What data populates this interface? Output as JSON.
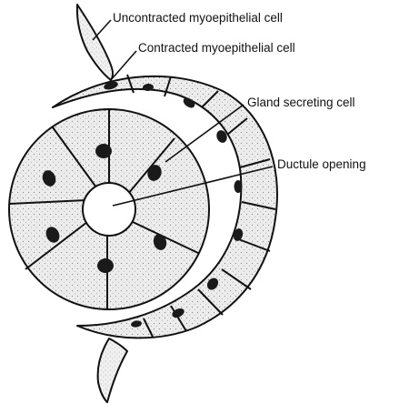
{
  "labels": {
    "uncontracted_myoepithelial_cell": "Uncontracted myoepithelial cell",
    "contracted_myoepithelial_cell": "Contracted myoepithelial cell",
    "gland_secreting_cell": "Gland secreting cell",
    "ductule_opening": "Ductule opening"
  },
  "colors": {
    "line": "#111111",
    "stipple_fill": "#e6e6e6",
    "nucleus": "#1a1a1a"
  }
}
